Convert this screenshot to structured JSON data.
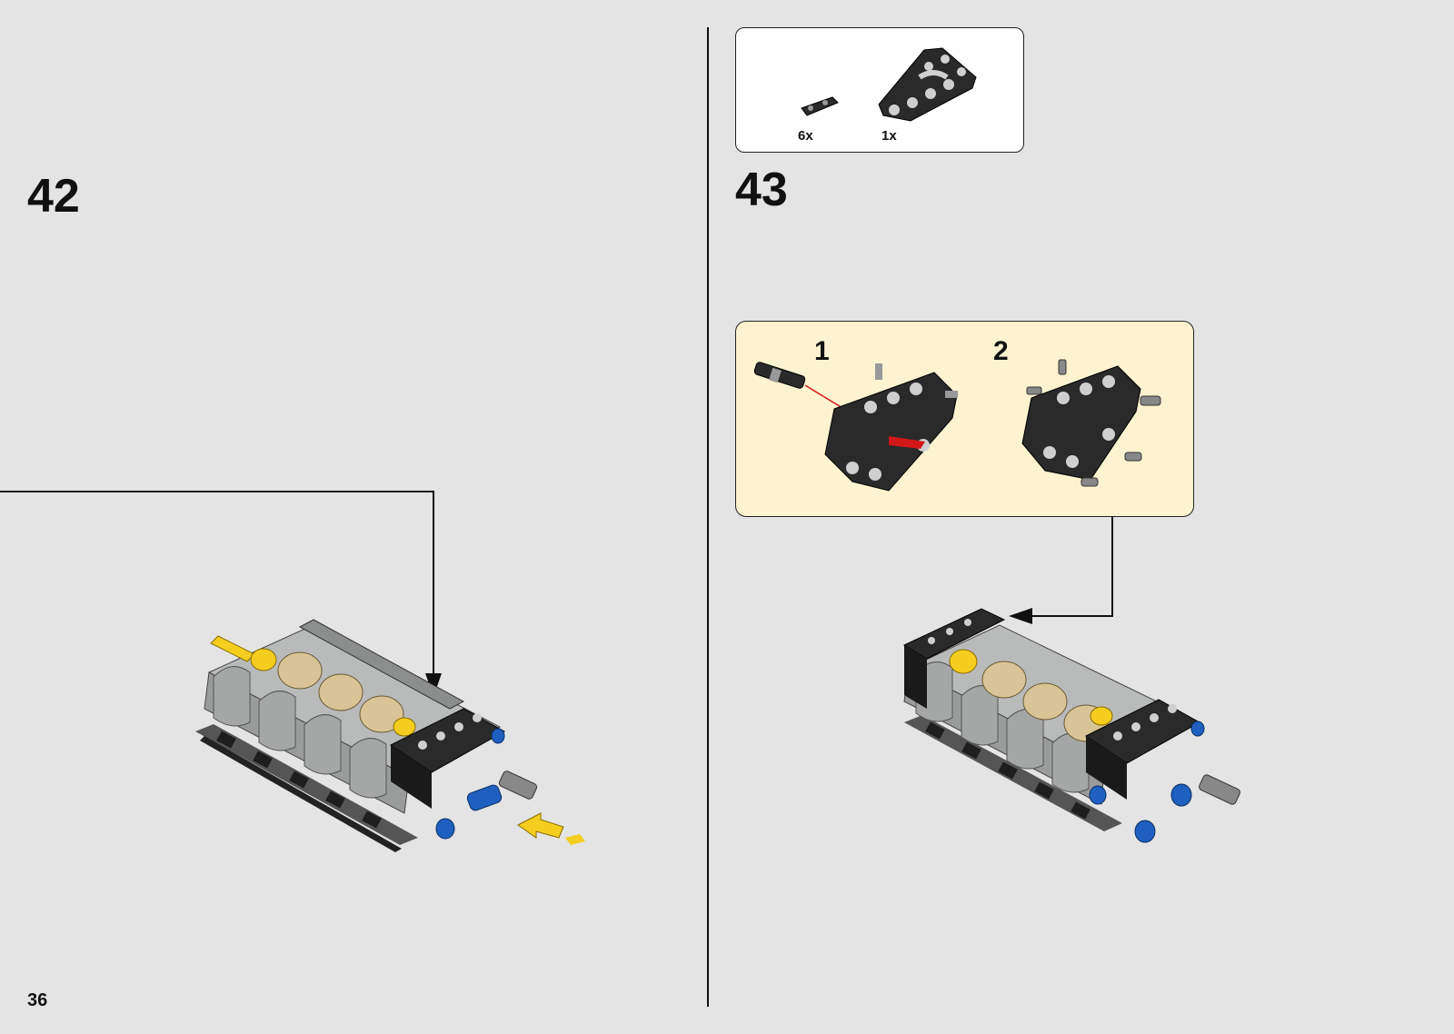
{
  "page": {
    "page_number": "36"
  },
  "steps": [
    {
      "number": "42"
    },
    {
      "number": "43",
      "parts": [
        {
          "quantity": "6x",
          "icon": "axle-pin-icon"
        },
        {
          "quantity": "1x",
          "icon": "triangular-beam-icon"
        }
      ],
      "substeps": [
        {
          "number": "1"
        },
        {
          "number": "2"
        }
      ]
    }
  ],
  "colors": {
    "background": "#e3e4e3",
    "callout_background": "#fdf3d0",
    "brick_black": "#2a2a2a",
    "brick_gray": "#9a9b9b",
    "brick_tan": "#d8c496",
    "brick_blue": "#1f5fbf",
    "brick_yellow": "#f5cd1e",
    "indicator_red": "#d01818"
  }
}
